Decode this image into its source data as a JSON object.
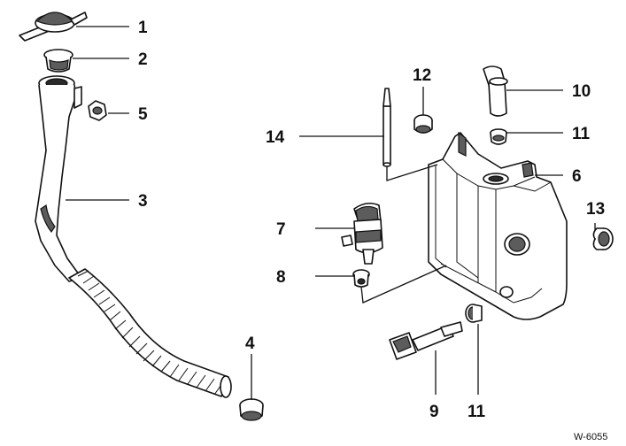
{
  "callouts": {
    "c1": "1",
    "c2": "2",
    "c3": "3",
    "c4": "4",
    "c5": "5",
    "c6": "6",
    "c7": "7",
    "c8": "8",
    "c9": "9",
    "c10": "10",
    "c11a": "11",
    "c11b": "11",
    "c12": "12",
    "c13": "13",
    "c14": "14"
  },
  "diagram_code": "W-6055"
}
